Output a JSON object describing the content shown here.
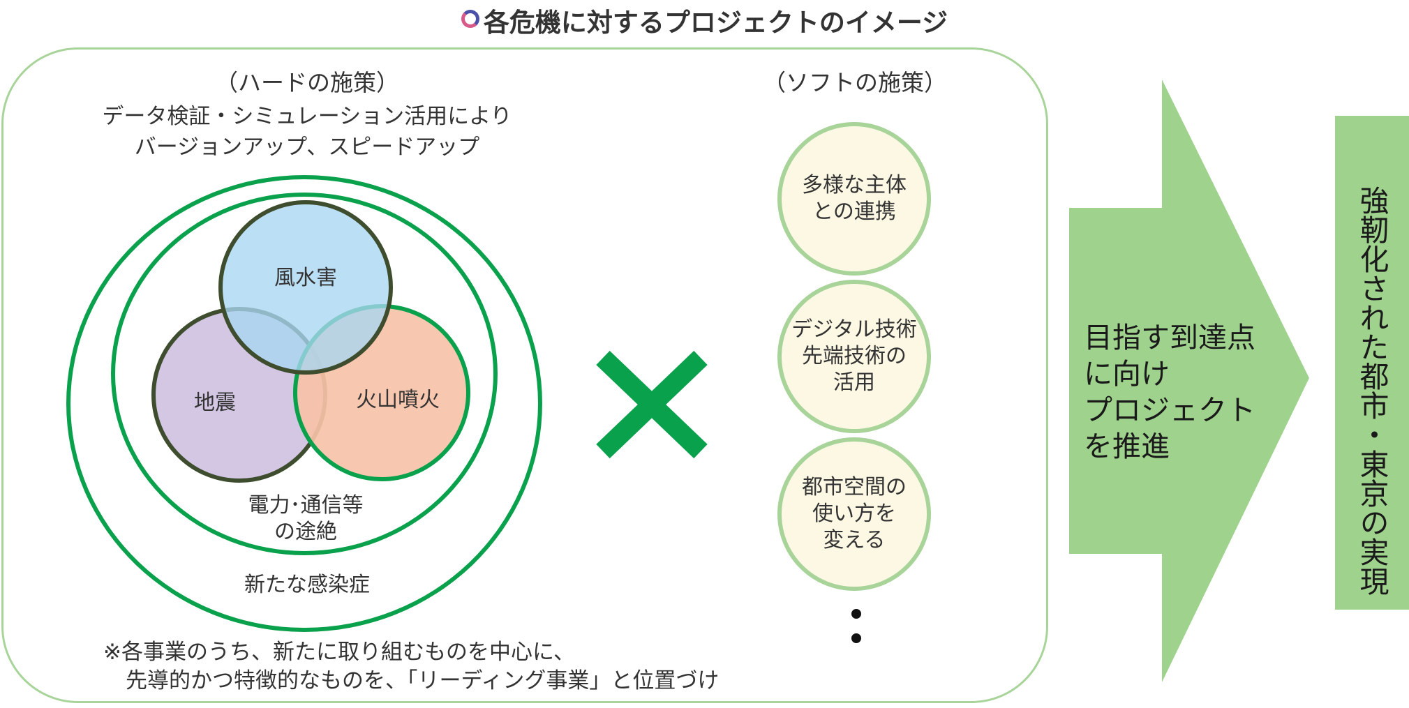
{
  "title": "各危機に対するプロジェクトのイメージ",
  "hard": {
    "heading": "（ハードの施策）",
    "line1": "データ検証・シミュレーション活用により",
    "line2": "バージョンアップ、スピードアップ",
    "venn": {
      "wind_flood": "風水害",
      "earthquake": "地震",
      "volcano": "火山噴火",
      "power_comm": "電力･通信等",
      "power_comm2": "の途絶",
      "infection": "新たな感染症"
    },
    "footnote1": "※各事業のうち、新たに取り組むものを中心に、",
    "footnote2": "先導的かつ特徴的なものを、「リーディング事業」と位置づけ"
  },
  "soft": {
    "heading": "（ソフトの施策）",
    "items": [
      "多様な主体\nとの連携",
      "デジタル技術\n先端技術の\n活用",
      "都市空間の\n使い方を\n変える"
    ]
  },
  "arrow_text": "目指す到達点\nに向け\nプロジェクト\nを推進",
  "goal": "強靭化された都市・東京の実現",
  "colors": {
    "green_ring": "#0aa14d",
    "light_green": "#9fd38d",
    "wind_flood": "#b3e0f6",
    "earthquake": "#d3c7e4",
    "volcano": "#f7c2a8",
    "soft_fill": "#fdf8e4"
  }
}
